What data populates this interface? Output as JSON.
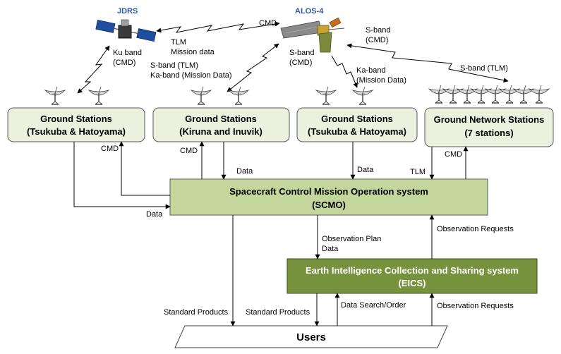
{
  "satellites": {
    "jdrs": "JDRS",
    "alos4": "ALOS-4"
  },
  "links": {
    "ku_band_1": "Ku band",
    "ku_band_2": "(CMD)",
    "cmd_top": "CMD",
    "tlm_mission_1": "TLM",
    "tlm_mission_2": "Mission data",
    "s_band_tlm_ka_1": "S-band (TLM)",
    "s_band_tlm_ka_2": "Ka-band (Mission Data)",
    "s_band_cmd_1": "S-band",
    "s_band_cmd_2": "(CMD)",
    "ka_band_1": "Ka-band",
    "ka_band_2": "(Mission Data)",
    "s_band_cmd_right_1": "S-band",
    "s_band_cmd_right_2": "(CMD)",
    "s_band_tlm_right": "S-band (TLM)"
  },
  "ground_stations": [
    {
      "line1": "Ground Stations",
      "line2": "(Tsukuba & Hatoyama)"
    },
    {
      "line1": "Ground Stations",
      "line2": "(Kiruna and Inuvik)"
    },
    {
      "line1": "Ground Stations",
      "line2": "(Tsukuba & Hatoyama)"
    },
    {
      "line1": "Ground Network Stations",
      "line2": "(7 stations)"
    }
  ],
  "scmo": {
    "line1": "Spacecraft Control Mission Operation system",
    "line2": "(SCMO)"
  },
  "eics": {
    "line1": "Earth Intelligence Collection and Sharing system",
    "line2": "(EICS)"
  },
  "users": "Users",
  "flows": {
    "cmd_gs1": "CMD",
    "data_gs1": "Data",
    "cmd_gs2": "CMD",
    "data_gs2": "Data",
    "data_gs3": "Data",
    "tlm_gs4": "TLM",
    "cmd_gs4": "CMD",
    "obs_plan_1": "Observation Plan",
    "obs_plan_2": "Data",
    "obs_requests_scmo": "Observation Requests",
    "std_products_1": "Standard Products",
    "std_products_2": "Standard Products",
    "data_search": "Data Search/Order",
    "obs_requests_users": "Observation Requests"
  },
  "colors": {
    "ground_station_fill": "#ecf0df",
    "scmo_fill": "#c3d69b",
    "eics_fill": "#76923c",
    "satellite_label": "#2c5aa0"
  }
}
